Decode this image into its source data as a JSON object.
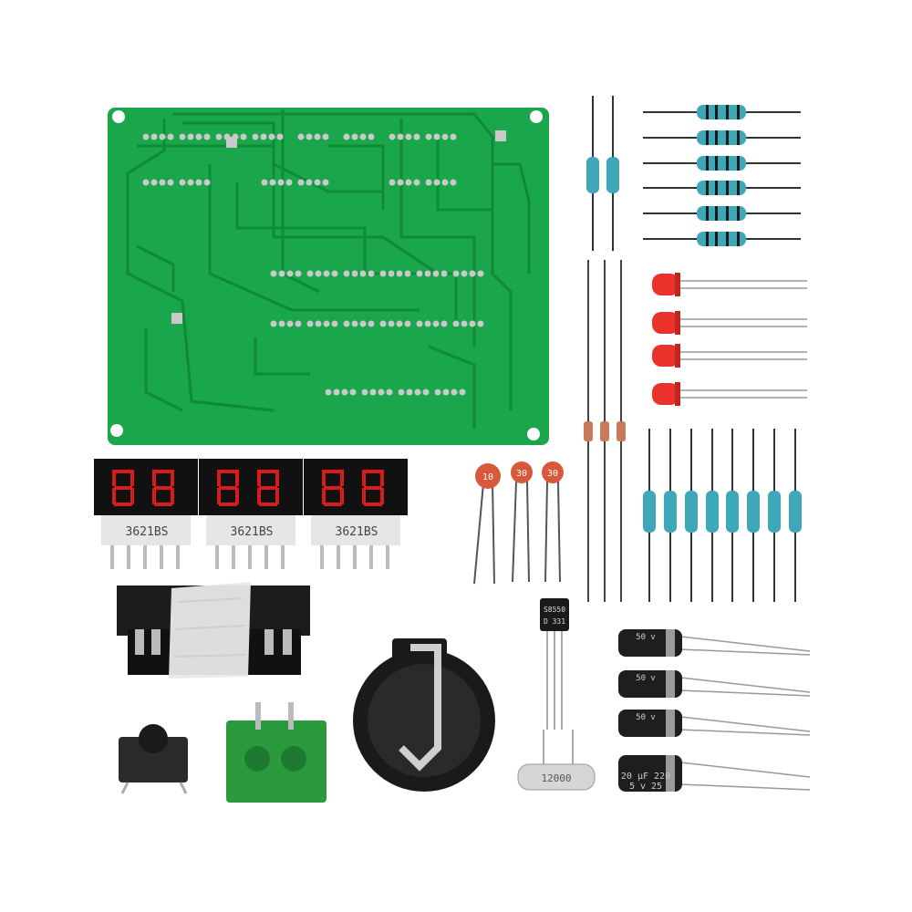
{
  "display_labels": [
    "3621BS",
    "3621BS",
    "3621BS"
  ],
  "ceramic_caps": [
    "10",
    "30",
    "30"
  ],
  "transistor_marking": [
    "S8550",
    "D 331"
  ],
  "crystal_marking": "12000",
  "electrolytic_caps": [
    {
      "top": "50 v",
      "side": ""
    },
    {
      "top": "50 v",
      "side": ""
    },
    {
      "top": "50 v",
      "side": ""
    },
    {
      "top": "20 µF",
      "side": "220"
    },
    {
      "top": "5 v",
      "side": "25"
    }
  ],
  "colors": {
    "pcb": "#1aa64a",
    "pcb_trace": "#0f8a36",
    "pcb_pad": "#c9c9c9",
    "display_digit": "#d81c1c",
    "led": "#e8322a",
    "resistor_body": "#3fa8b8",
    "terminal": "#2a9a3c"
  }
}
